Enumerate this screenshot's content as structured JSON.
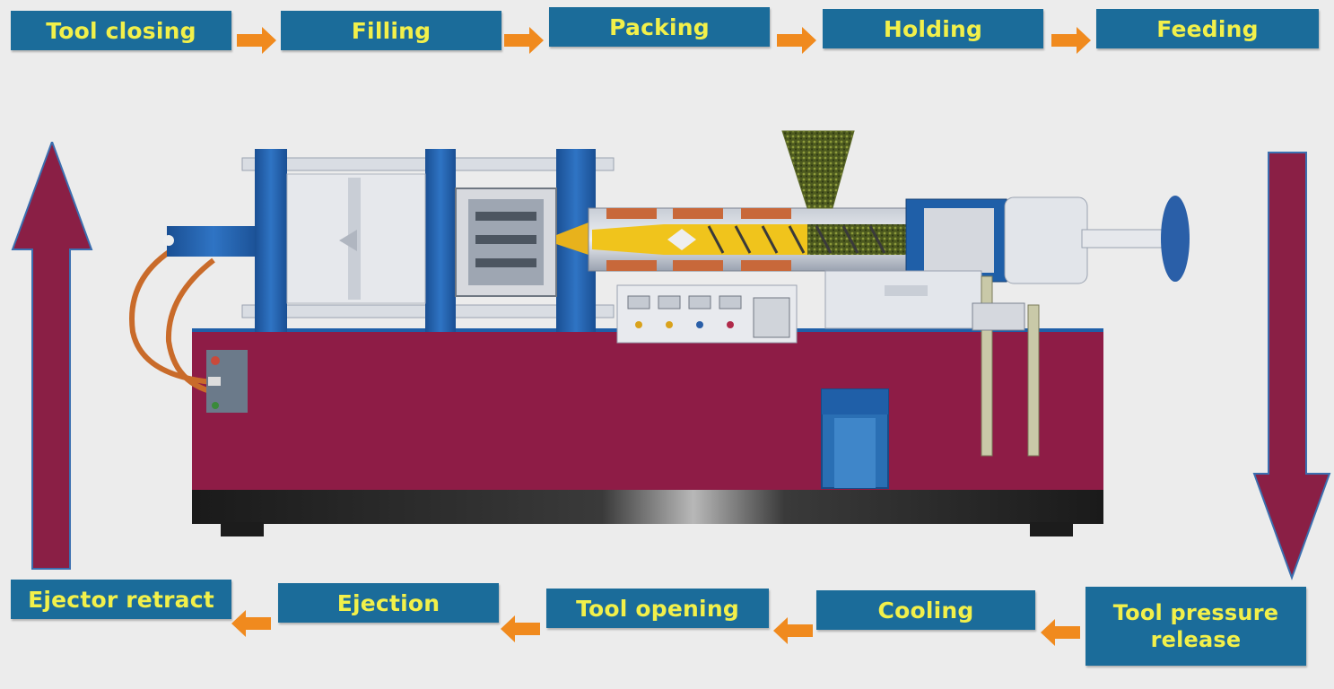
{
  "process": {
    "top_row": [
      {
        "label": "Tool closing"
      },
      {
        "label": "Filling"
      },
      {
        "label": "Packing"
      },
      {
        "label": "Holding"
      },
      {
        "label": "Feeding"
      }
    ],
    "bottom_row": [
      {
        "label": "Ejector retract"
      },
      {
        "label": "Ejection"
      },
      {
        "label": "Tool opening"
      },
      {
        "label": "Cooling"
      },
      {
        "label_line1": "Tool pressure",
        "label_line2": "release"
      }
    ]
  },
  "colors": {
    "step_box": "#1b6c9a",
    "step_text": "#f2f04a",
    "flow_arrow": "#f08a1e",
    "cycle_arrow": "#8a1f45",
    "machine_body": "#8e1c46",
    "machine_blue": "#1f5fa8"
  },
  "icons": {
    "flow_arrow": "orange-right-arrow-icon",
    "cycle_up": "up-arrow-icon",
    "cycle_down": "down-arrow-icon"
  }
}
